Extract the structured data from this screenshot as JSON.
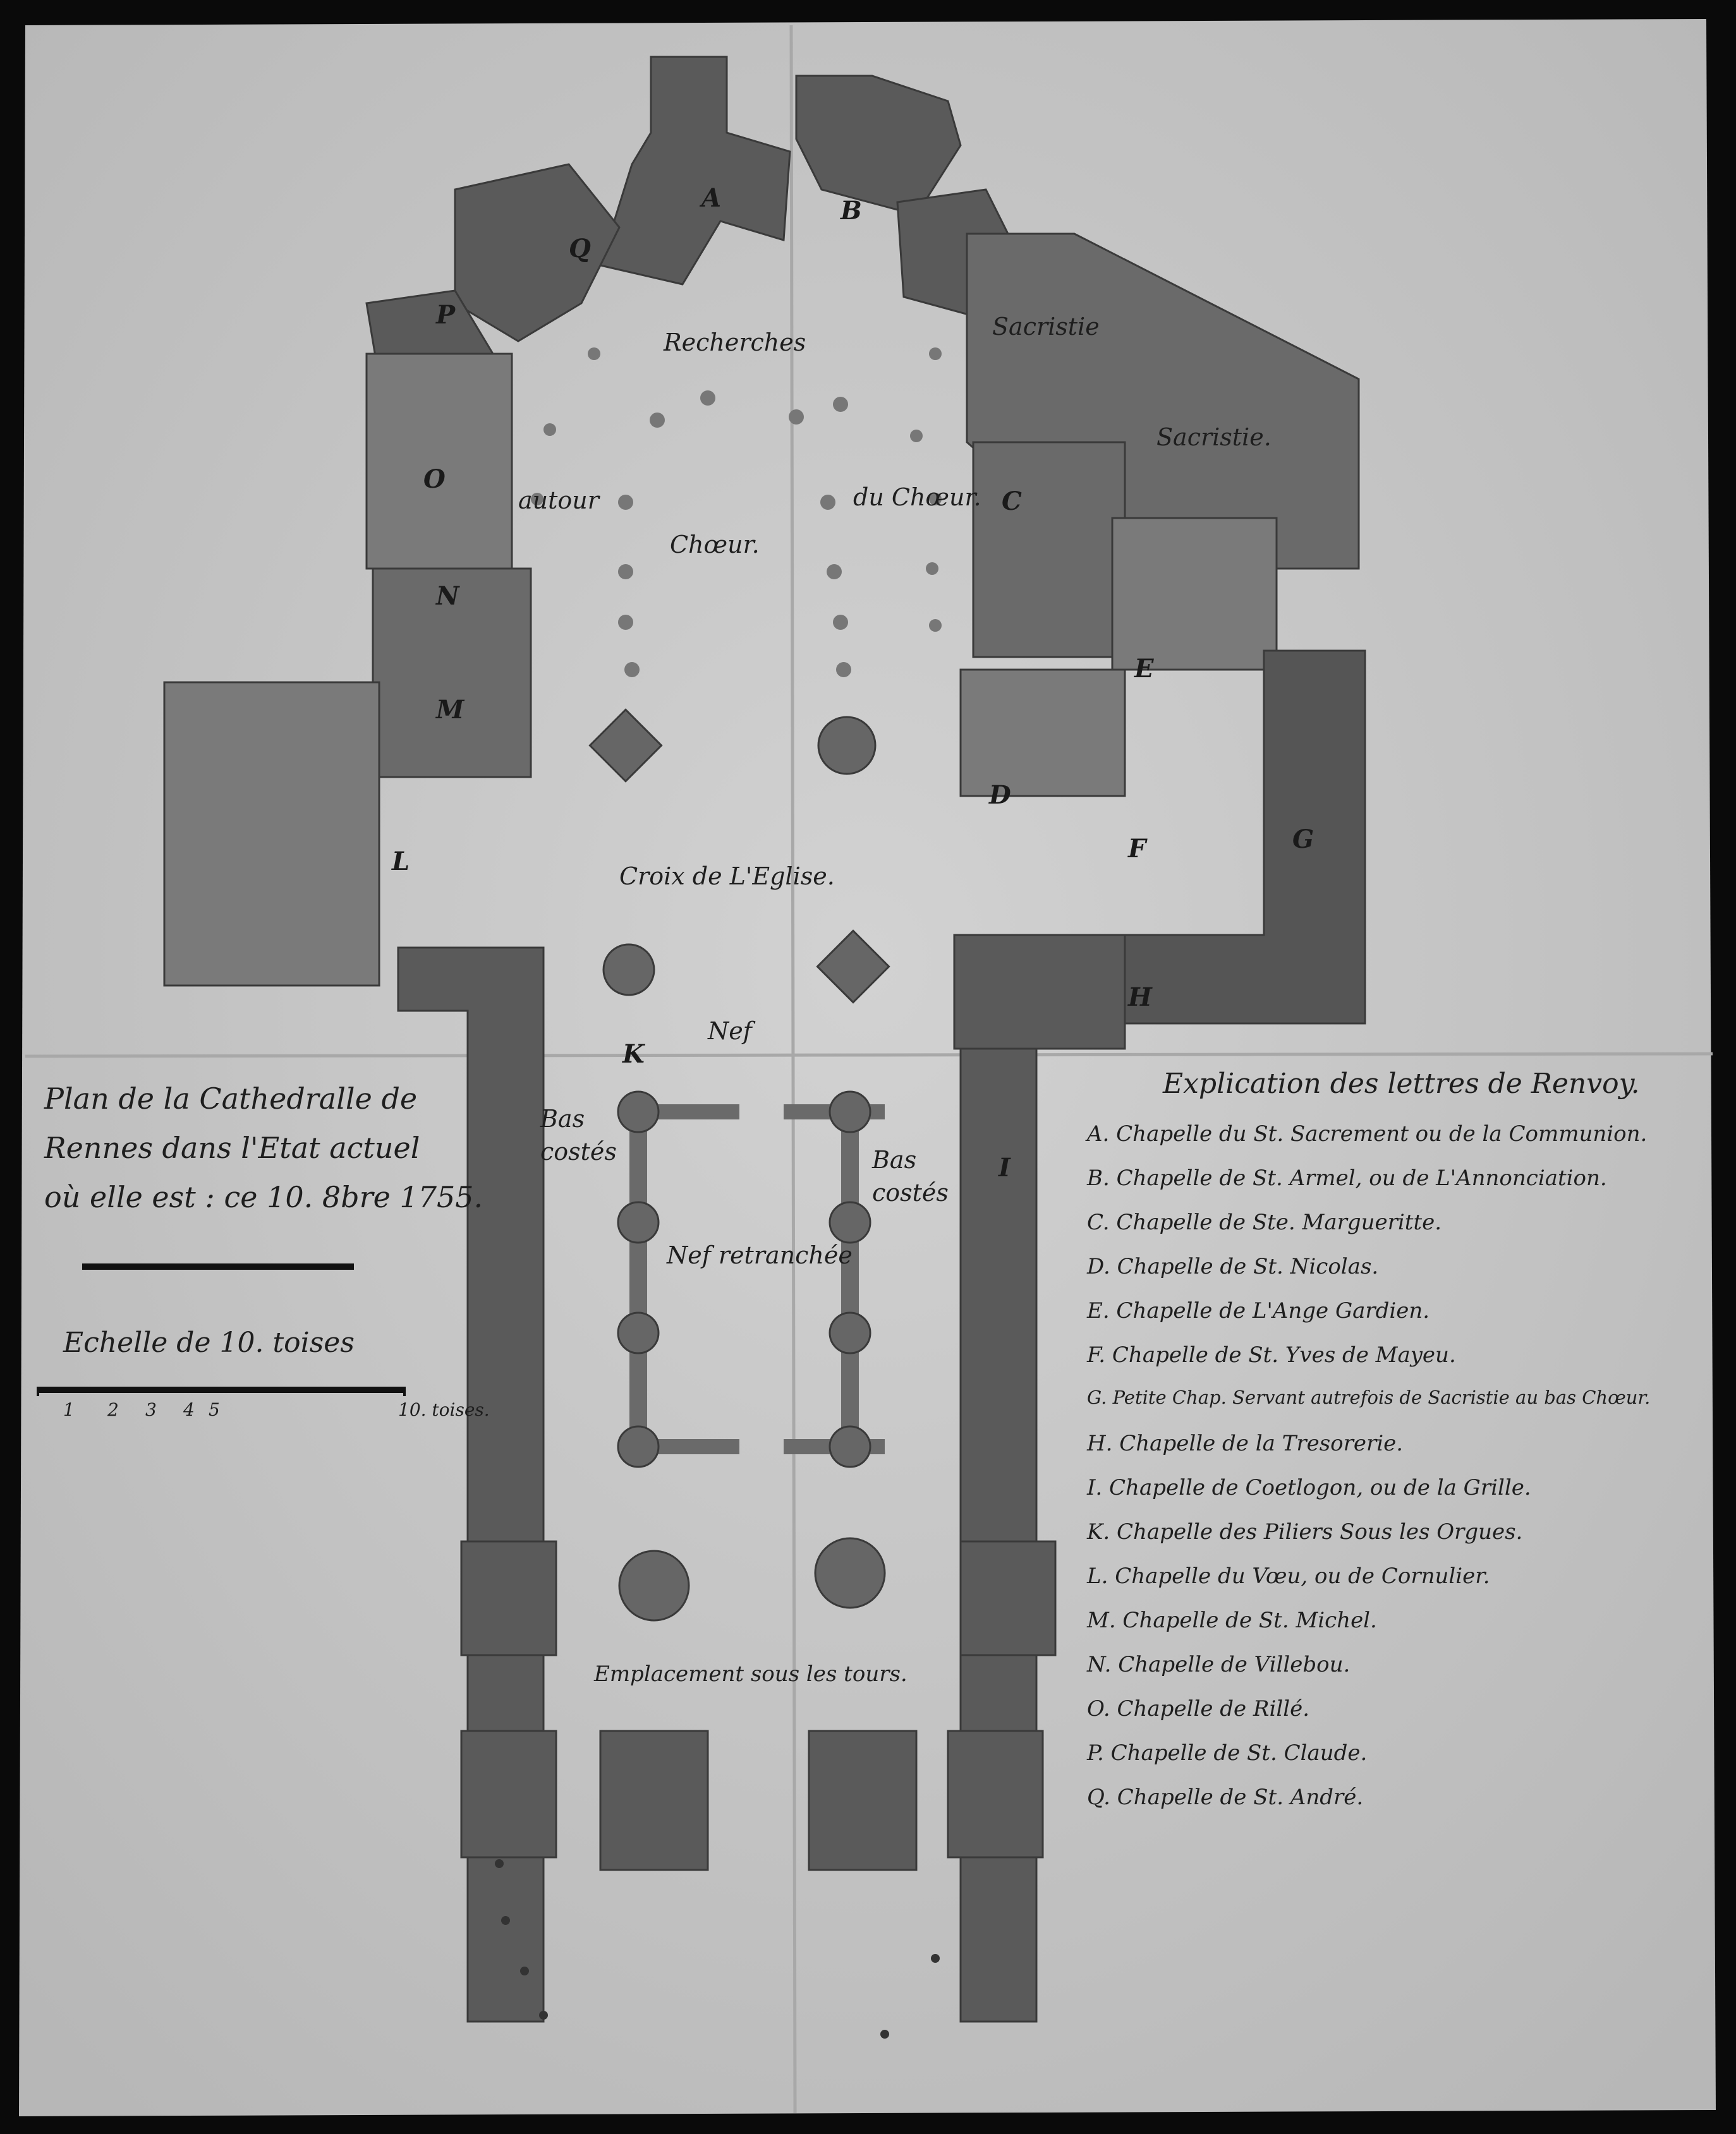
{
  "document": {
    "title_lines": [
      "Plan de la Cathedralle de",
      "Rennes dans l'Etat actuel",
      "où elle est : ce 10. 8bre 1755."
    ],
    "scale_title": "Echelle de 10. toises",
    "scale_ticks": [
      "1",
      "2",
      "3",
      "4",
      "5"
    ],
    "scale_end": "10. toises.",
    "legend_title": "Explication des lettres de Renvoy.",
    "legend": [
      "A. Chapelle du St. Sacrement ou de la Communion.",
      "B. Chapelle de St. Armel, ou de L'Annonciation.",
      "C. Chapelle de Ste. Margueritte.",
      "D. Chapelle de St. Nicolas.",
      "E. Chapelle de L'Ange Gardien.",
      "F. Chapelle de St. Yves de Mayeu.",
      "G. Petite Chap. Servant autrefois de Sacristie au bas Chœur.",
      "H. Chapelle de la Tresorerie.",
      "I. Chapelle de Coetlogon, ou de la Grille.",
      "K. Chapelle des Piliers Sous les Orgues.",
      "L. Chapelle du Vœu, ou de Cornulier.",
      "M. Chapelle de St. Michel.",
      "N. Chapelle de Villebou.",
      "O. Chapelle de Rillé.",
      "P. Chapelle de St. Claude.",
      "Q. Chapelle de St. André."
    ]
  },
  "plan": {
    "rooms": {
      "recherches": "Recherches",
      "autour": "autour",
      "du_choeur": "du Chœur.",
      "choeur": "Chœur.",
      "sacristie_1": "Sacristie",
      "sacristie_2": "Sacristie.",
      "croix": "Croix de L'Eglise.",
      "nef": "Nef",
      "bas_costes_left": "Bas costés",
      "bas_costes_right": "Bas costés",
      "nef_retranchee": "Nef retranchée",
      "emplacement": "Emplacement sous les tours."
    },
    "letters": {
      "A": "A",
      "B": "B",
      "C": "C",
      "D": "D",
      "E": "E",
      "F": "F",
      "G": "G",
      "H": "H",
      "I": "I",
      "K": "K",
      "L": "L",
      "M": "M",
      "N": "N",
      "O": "O",
      "P": "P",
      "Q": "Q"
    }
  },
  "colors": {
    "paper": "#c9c9c9",
    "ink": "#1e1e1e",
    "wall": "#555555"
  }
}
